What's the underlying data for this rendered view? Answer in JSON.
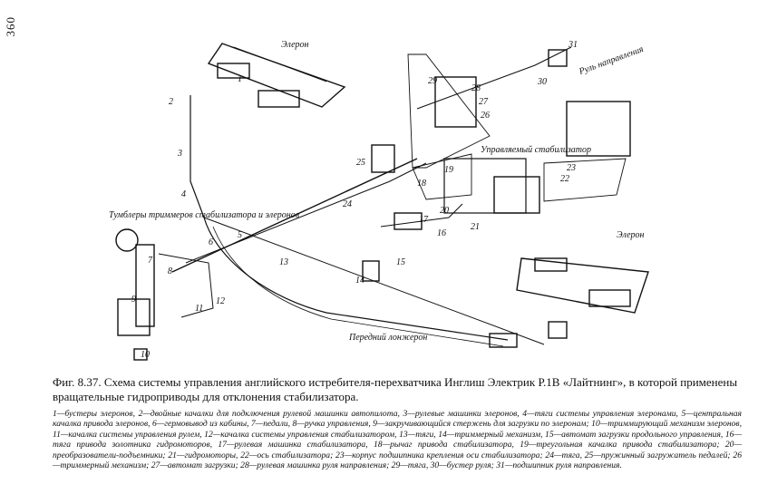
{
  "page_number": "360",
  "caption": "Фиг. 8.37. Схема системы управления  английского истребителя-перехватчика Инглиш Электрик Р.1В «Лайтнинг», в которой применены вращательные гидроприводы для отклонения стабилизатора.",
  "legend": "1—бустеры элеронов, 2—двойные качалки для подключения рулевой машинки автопилота, 3—рулевые машинки элеронов, 4—тяги системы управления элеронами, 5—центральная качалка привода элеронов, 6—гермовывод из кабины, 7—педали, 8—ручка управления, 9—закручивающийся стержень для загрузки по элеронам; 10—триммирующий механизм элеронов, 11—качалка системы управления рулем, 12—качалка системы управления стабилизатором, 13—тяги, 14—триммерный механизм, 15—автомат загрузки продольного управления, 16—тяга привода золотника гидромоторов, 17—рулевая машинка стабилизатора, 18—рычаг привода стабилизатора, 19—треугольная качалка привода стабилизатора; 20—преобразователи-подъемники; 21—гидромоторы, 22—ось стабилизатора; 23—корпус подшипника крепления оси стабилизатора; 24—тяга, 25—пружинный загружатель педалей; 26—триммерный механизм; 27—автомат загрузки; 28—рулевая машинка руля направления; 29—тяга, 30—бустер руля; 31—подшипник руля направления.",
  "labels": {
    "aileron_top": "Элерон",
    "aileron_right": "Элерон",
    "rudder": "Руль направления",
    "stabilizer": "Управляемый стабилизатор",
    "spar": "Передний лонжерон",
    "toggles": "Тумблеры триммеров стабилизатора и элеронов"
  },
  "callouts": [
    "1",
    "2",
    "3",
    "4",
    "5",
    "6",
    "7",
    "8",
    "9",
    "10",
    "11",
    "12",
    "13",
    "14",
    "15",
    "16",
    "17",
    "18",
    "19",
    "20",
    "21",
    "22",
    "23",
    "24",
    "25",
    "26",
    "27",
    "28",
    "29",
    "30",
    "31"
  ]
}
